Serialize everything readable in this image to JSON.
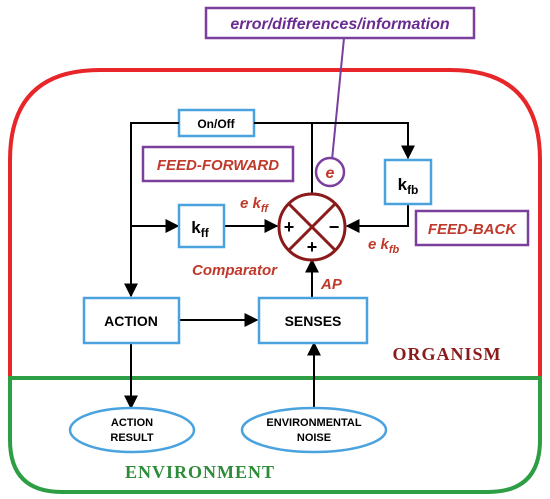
{
  "colors": {
    "organism_border": "#e8262a",
    "environment_border": "#2e9e45",
    "box_border": "#4aa3df",
    "purple": "#7b3f9e",
    "red_text": "#c0392b",
    "organism_label": "#8b1a1a",
    "environment_label": "#2e8b3a"
  },
  "labels": {
    "error_info": "error/differences/information",
    "on_off": "On/Off",
    "feed_forward": "FEED-FORWARD",
    "feed_back": "FEED-BACK",
    "e_symbol": "e",
    "kfb_main": "k",
    "kfb_sub": "fb",
    "kff_main": "k",
    "kff_sub": "ff",
    "e_kff_prefix": "e k",
    "e_kff_sub": "ff",
    "e_kfb_prefix": "e k",
    "e_kfb_sub": "fb",
    "plus_left": "+",
    "plus_bottom": "+",
    "minus_right": "−",
    "comparator": "Comparator",
    "ap": "AP",
    "action": "ACTION",
    "senses": "SENSES",
    "organism": "ORGANISM",
    "action_result_line1": "ACTION",
    "action_result_line2": "RESULT",
    "noise_line1": "ENVIRONMENTAL",
    "noise_line2": "NOISE",
    "environment": "ENVIRONMENT"
  }
}
